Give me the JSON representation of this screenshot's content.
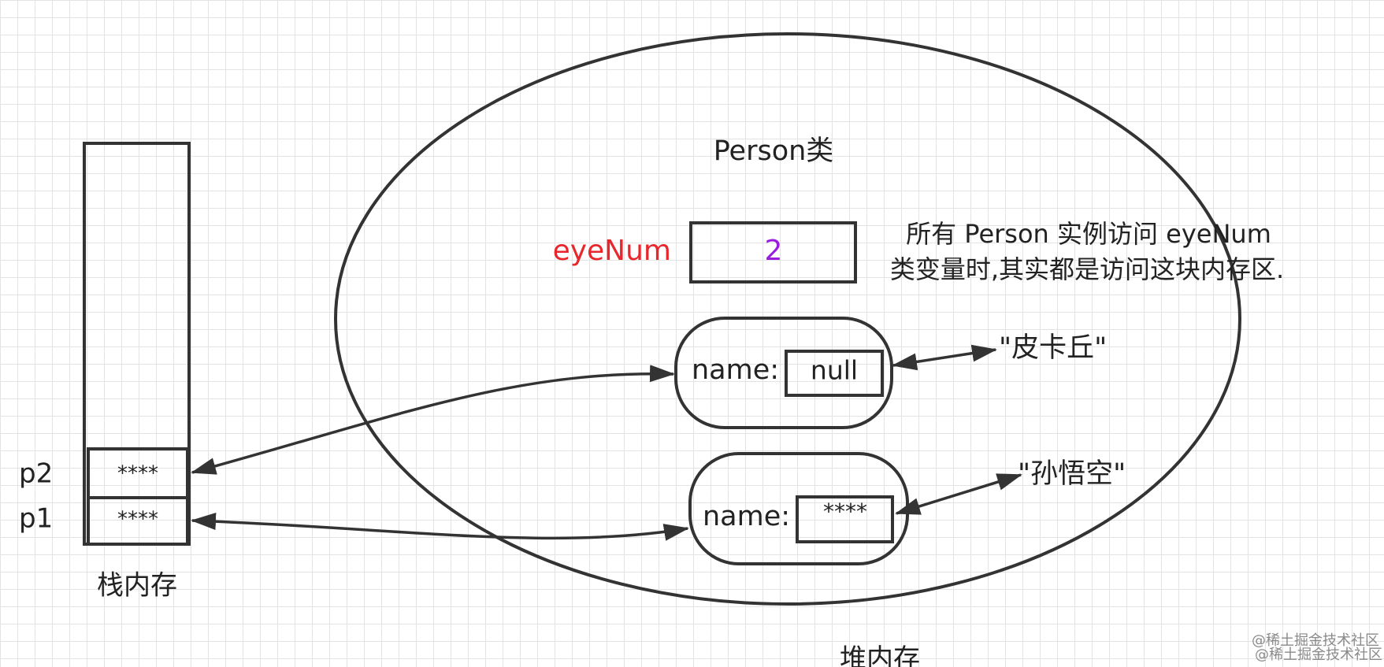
{
  "stack": {
    "label": "栈内存",
    "slots": [
      {
        "var": "p2",
        "value": "****"
      },
      {
        "var": "p1",
        "value": "****"
      }
    ]
  },
  "heap": {
    "label": "堆内存",
    "class_title": "Person类",
    "class_var": {
      "name": "eyeNum",
      "value": "2"
    },
    "note": [
      "所有 Person 实例访问 eyeNum",
      "类变量时,其实都是访问这块内存区."
    ],
    "objects": [
      {
        "field": "name:",
        "value": "null",
        "target": "\"皮卡丘\""
      },
      {
        "field": "name:",
        "value": "****",
        "target": "\"孙悟空\""
      }
    ]
  },
  "watermark": "@稀土掘金技术社区",
  "colors": {
    "class_var_name": "#e8262b",
    "class_var_value": "#9a1be0",
    "line": "#333333"
  }
}
